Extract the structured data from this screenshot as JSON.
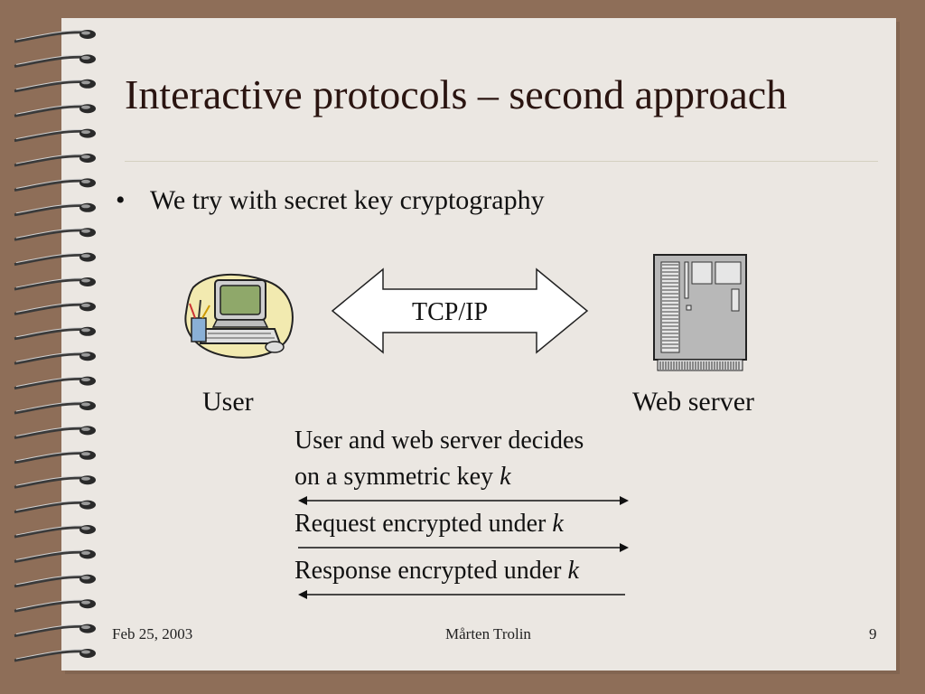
{
  "slide": {
    "title": "Interactive protocols – second approach",
    "bullet": "We try with secret key cryptography"
  },
  "diagram": {
    "channel_label": "TCP/IP",
    "user_label": "User",
    "server_label": "Web server",
    "step1_line1": "User and web server decides",
    "step1_line2": "on a symmetric key ",
    "step1_key": "k",
    "step2_text": "Request encrypted under ",
    "step2_key": "k",
    "step3_text": "Response encrypted under ",
    "step3_key": "k"
  },
  "footer": {
    "date": "Feb 25, 2003",
    "author": "Mårten Trolin",
    "page_number": "9"
  },
  "colors": {
    "background": "#8e6e58",
    "page": "#ebe7e2",
    "title": "#2a1410"
  }
}
